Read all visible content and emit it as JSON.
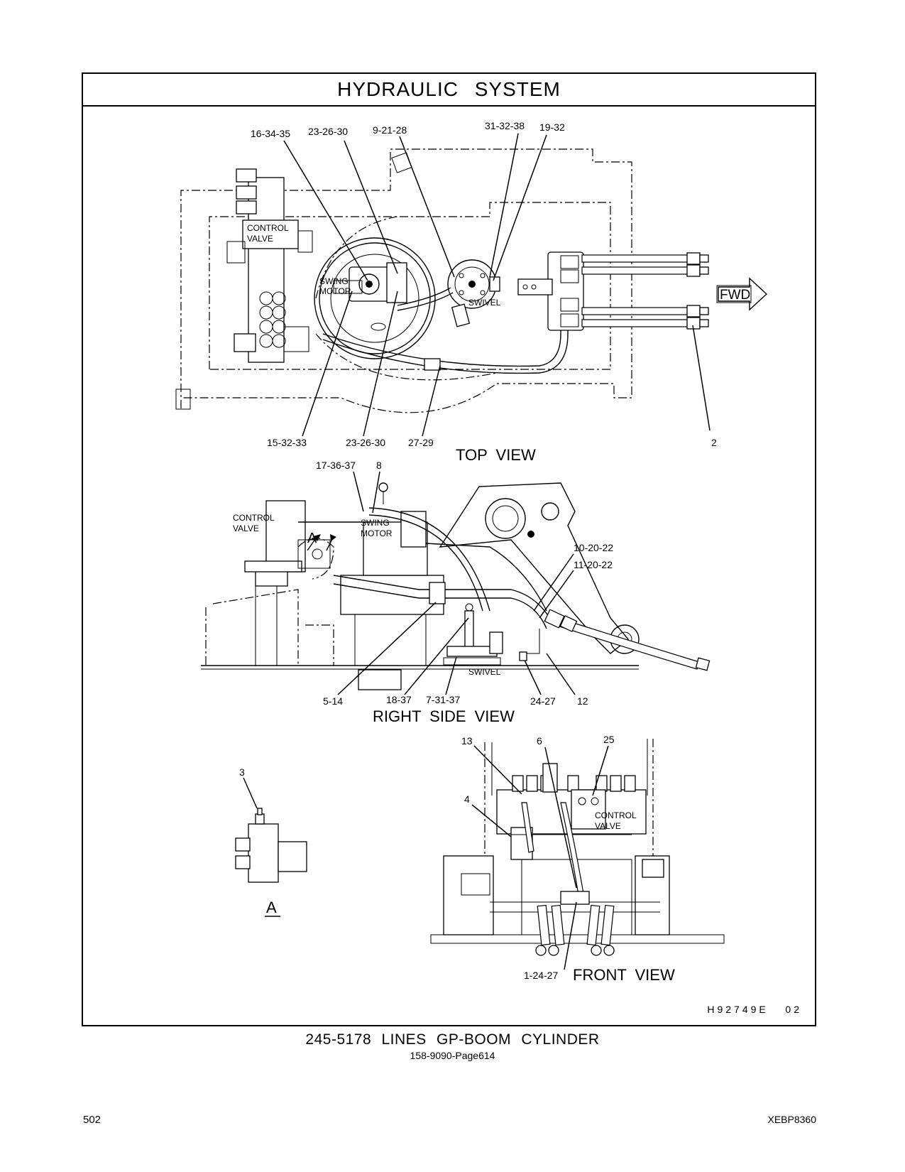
{
  "header": {
    "title": "HYDRAULIC SYSTEM"
  },
  "top_view": {
    "title": "TOP VIEW",
    "callouts": {
      "c1": "16-34-35",
      "c2": "23-26-30",
      "c3": "9-21-28",
      "c4": "31-32-38",
      "c5": "19-32",
      "c6": "15-32-33",
      "c7": "23-26-30",
      "c8": "27-29",
      "c9": "2"
    },
    "labels": {
      "control": "CONTROL",
      "valve": "VALVE",
      "swing": "SWING",
      "motor": "MOTOR",
      "swivel": "SWIVEL",
      "fwd": "FWD"
    }
  },
  "side_view": {
    "title": "RIGHT SIDE VIEW",
    "callouts": {
      "c1": "17-36-37",
      "c2": "8",
      "c3": "10-20-22",
      "c4": "11-20-22",
      "c5": "5-14",
      "c6": "18-37",
      "c7": "7-31-37",
      "c8": "24-27",
      "c9": "12"
    },
    "labels": {
      "control": "CONTROL",
      "valve": "VALVE",
      "swing": "SWING",
      "motor": "MOTOR",
      "swivel": "SWIVEL",
      "detail": "A"
    }
  },
  "front_view": {
    "title": "FRONT VIEW",
    "callouts": {
      "c1": "13",
      "c2": "6",
      "c3": "25",
      "c4": "4",
      "c5": "1-24-27"
    },
    "labels": {
      "control": "CONTROL",
      "valve": "VALVE"
    }
  },
  "detail_a": {
    "callout": "3",
    "title": "A"
  },
  "drawing_id": "H92749E   02",
  "caption": {
    "main": "245-5178 LINES GP-BOOM CYLINDER",
    "sub": "158-9090-Page614"
  },
  "footer": {
    "page_number": "502",
    "doc_id": "XEBP8360"
  }
}
